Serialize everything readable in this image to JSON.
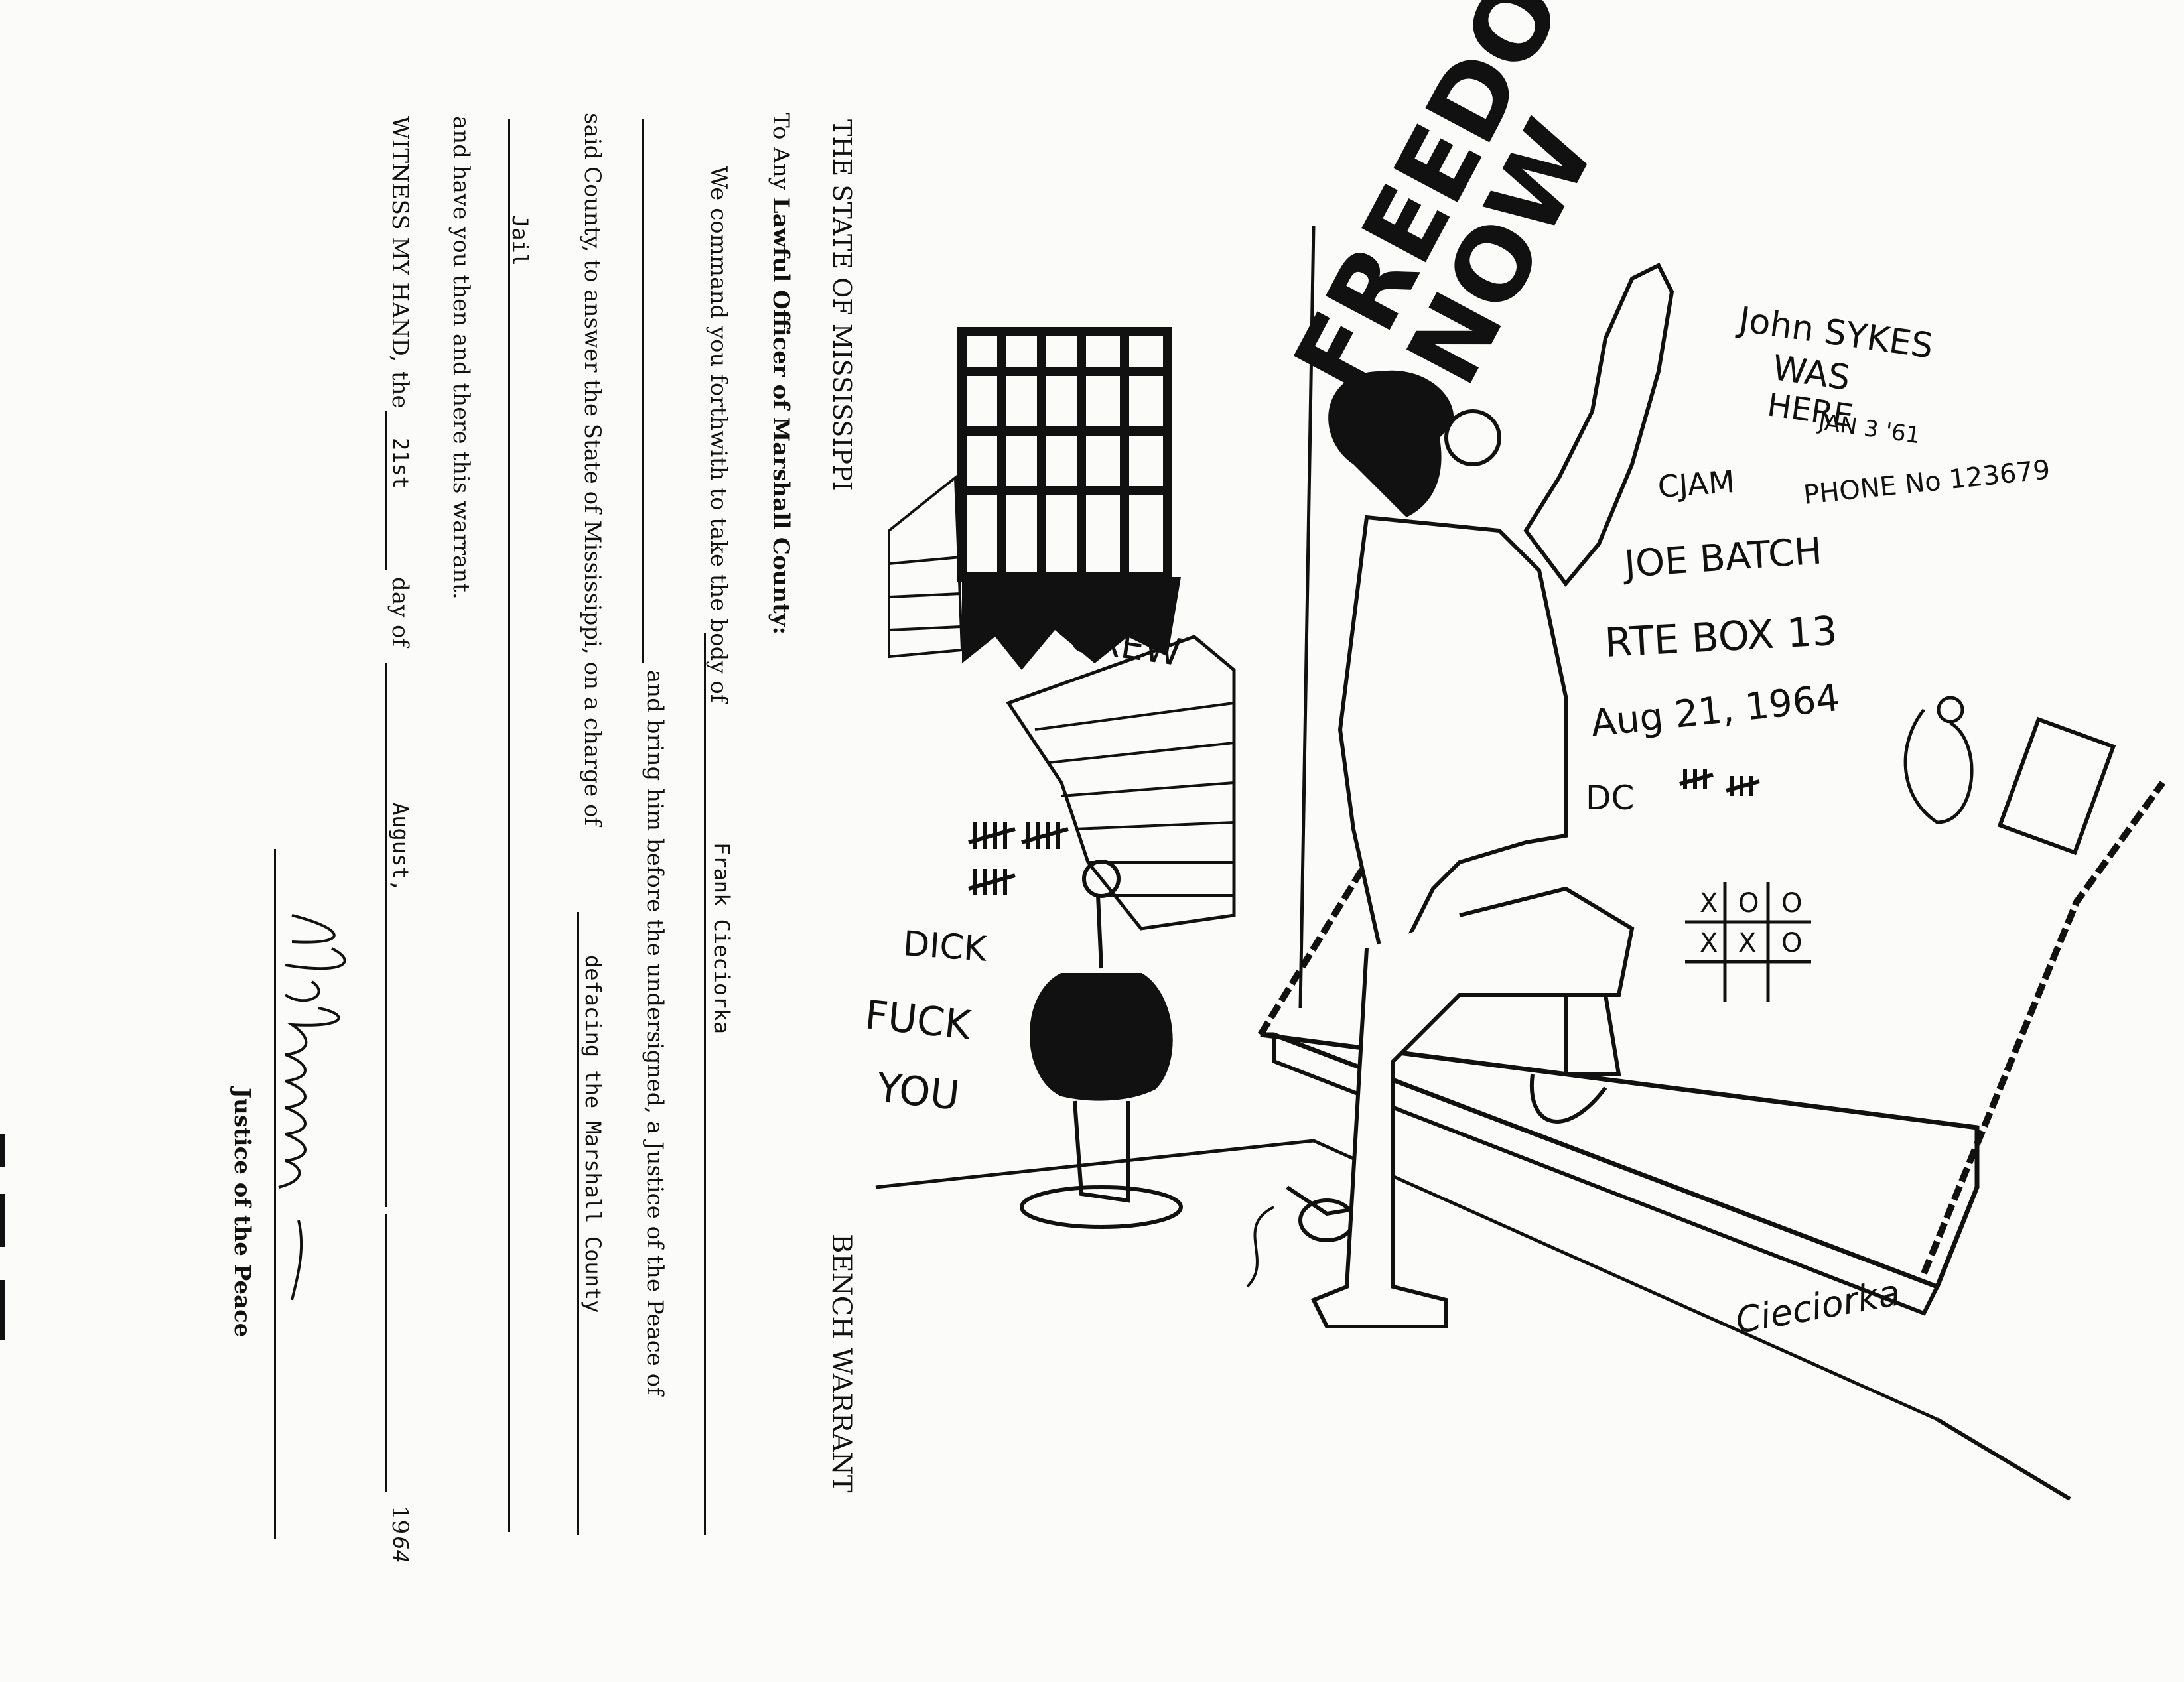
{
  "form": {
    "state_heading": "THE STATE OF MISSISSIPPI",
    "warrant_heading": "BENCH WARRANT",
    "address_prefix": "To Any ",
    "address_bold": "Lawful Officer of Marshall County:",
    "command_text": "We command you forthwith to take the body of",
    "defendant_name": "Frank Cieciorka",
    "bring_text": "and bring him before the undersigned, a Justice of the Peace of",
    "county_text": "said County, to answer the State of Mississippi, on a charge of",
    "charge": "defacing  the Marshall County",
    "charge_continued": "Jail",
    "return_text": "and have you then and there this warrant.",
    "witness_label": "WITNESS MY HAND,",
    "the_label": "the",
    "day_value": "21st",
    "day_of_label": "day of",
    "month_value": "August,",
    "year_prefix": "19",
    "year_value": "64",
    "signature_title": "Justice of the Peace"
  },
  "cartoon": {
    "slogan_line1": "FREEDOM",
    "slogan_line2": "NOW",
    "artist_signature": "Cieciorka",
    "graffiti": {
      "john_sykes_1": "John SYKES",
      "john_sykes_2": "WAS",
      "john_sykes_3": "HERE",
      "john_sykes_date": "JAN 3 '61",
      "cjam": "CJAM",
      "phone": "PHONE No 123679",
      "joe": "JOE BATCH",
      "rte": "RTE  BOX  13",
      "date": "Aug 21, 1964",
      "dc": "DC",
      "fuck": "FUCK",
      "you": "YOU",
      "dick": "DICK",
      "crew": "CREW",
      "tictac": [
        "X",
        "O",
        "O",
        "X",
        "X",
        "O"
      ]
    }
  }
}
